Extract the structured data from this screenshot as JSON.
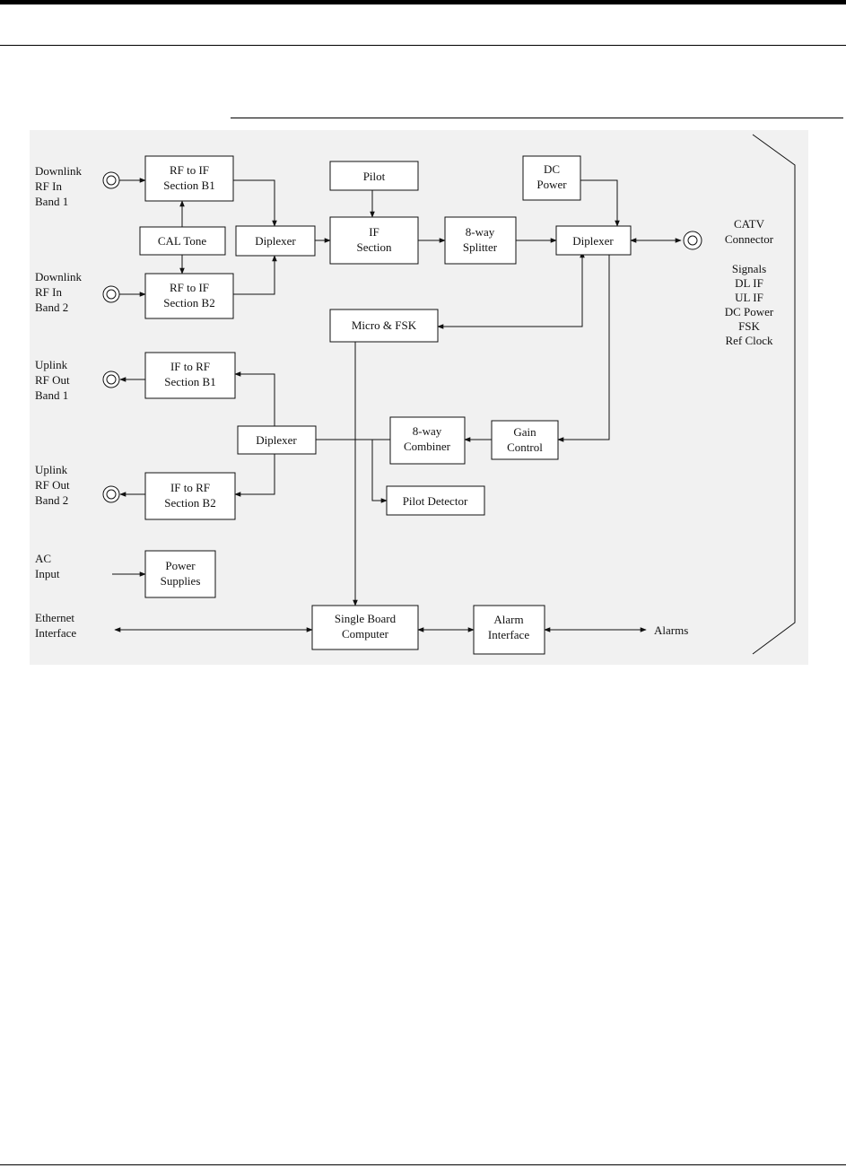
{
  "blocks": {
    "rf_if_b1": [
      "RF to IF",
      "Section B1"
    ],
    "rf_if_b2": [
      "RF to IF",
      "Section B2"
    ],
    "cal_tone": [
      "CAL Tone"
    ],
    "diplexer_dl": [
      "Diplexer"
    ],
    "pilot": [
      "Pilot"
    ],
    "if_section": [
      "IF",
      "Section"
    ],
    "splitter": [
      "8-way",
      "Splitter"
    ],
    "dc_power": [
      "DC",
      "Power"
    ],
    "diplexer_main": [
      "Diplexer"
    ],
    "micro_fsk": [
      "Micro & FSK"
    ],
    "if_rf_b1": [
      "IF to RF",
      "Section B1"
    ],
    "if_rf_b2": [
      "IF to RF",
      "Section B2"
    ],
    "diplexer_ul": [
      "Diplexer"
    ],
    "combiner": [
      "8-way",
      "Combiner"
    ],
    "gain_control": [
      "Gain",
      "Control"
    ],
    "pilot_detector": [
      "Pilot Detector"
    ],
    "power_supplies": [
      "Power",
      "Supplies"
    ],
    "sbc": [
      "Single Board",
      "Computer"
    ],
    "alarm_interface": [
      "Alarm",
      "Interface"
    ]
  },
  "labels": {
    "dl_band1": [
      "Downlink",
      "RF In",
      "Band 1"
    ],
    "dl_band2": [
      "Downlink",
      "RF In",
      "Band 2"
    ],
    "ul_band1": [
      "Uplink",
      "RF Out",
      "Band 1"
    ],
    "ul_band2": [
      "Uplink",
      "RF Out",
      "Band 2"
    ],
    "ac_input": [
      "AC",
      "Input"
    ],
    "ethernet": [
      "Ethernet",
      "Interface"
    ],
    "alarms": [
      "Alarms"
    ],
    "catv": [
      "CATV",
      "Connector"
    ],
    "signals": [
      "Signals",
      "DL IF",
      "UL IF",
      "DC Power",
      "FSK",
      "Ref Clock"
    ]
  },
  "colors": {
    "line": "#111111",
    "figure_background": "#f1f1f1",
    "block_fill": "#ffffff"
  }
}
